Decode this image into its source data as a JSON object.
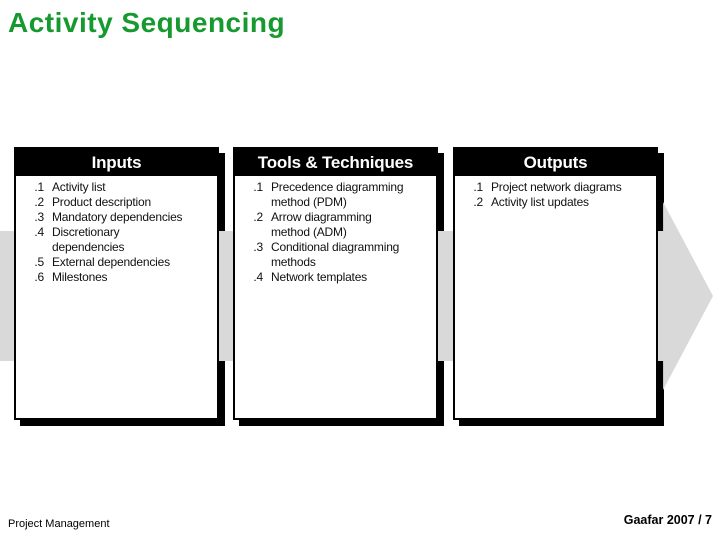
{
  "slide": {
    "title": "Activity Sequencing",
    "footer_left": "Project Management",
    "footer_right": "Gaafar 2007 / 7"
  },
  "colors": {
    "title_green": "#16992e",
    "arrow_gray": "#d9d9d9",
    "header_bg": "#000000"
  },
  "arrow": {
    "direction": "right"
  },
  "boxes": [
    {
      "header": "Inputs",
      "items": [
        {
          "num": ".1",
          "text": "Activity list"
        },
        {
          "num": ".2",
          "text": "Product description"
        },
        {
          "num": ".3",
          "text": "Mandatory dependencies"
        },
        {
          "num": ".4",
          "text": "Discretionary\ndependencies"
        },
        {
          "num": ".5",
          "text": "External dependencies"
        },
        {
          "num": ".6",
          "text": "Milestones"
        }
      ]
    },
    {
      "header": "Tools & Techniques",
      "items": [
        {
          "num": ".1",
          "text": "Precedence diagramming\nmethod (PDM)"
        },
        {
          "num": ".2",
          "text": "Arrow diagramming\nmethod (ADM)"
        },
        {
          "num": ".3",
          "text": "Conditional diagramming\nmethods"
        },
        {
          "num": ".4",
          "text": "Network templates"
        }
      ]
    },
    {
      "header": "Outputs",
      "items": [
        {
          "num": ".1",
          "text": "Project network diagrams"
        },
        {
          "num": ".2",
          "text": "Activity list updates"
        }
      ]
    }
  ]
}
